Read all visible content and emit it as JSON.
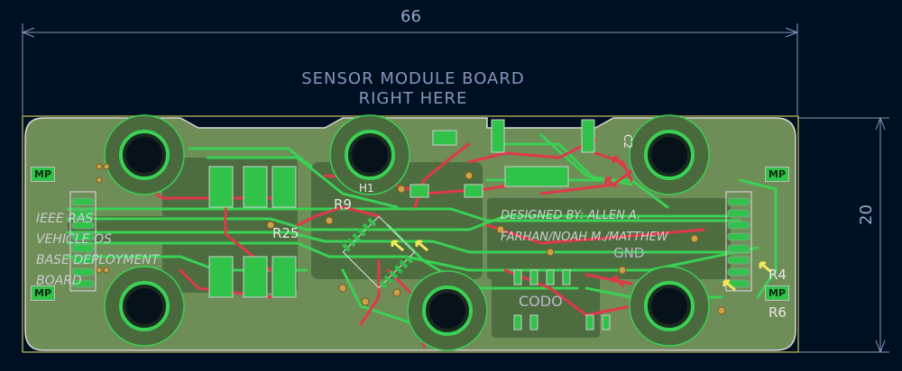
{
  "dimensions": {
    "width_label": "66",
    "height_label": "20"
  },
  "board": {
    "title_line1": "SENSOR MODULE BOARD",
    "title_line2": "RIGHT HERE",
    "left_text": [
      "IEEE RAS",
      "VEHICLE OS",
      "BASE DEPLOYMENT",
      "BOARD"
    ],
    "signed_text": [
      "DESIGNED BY: ALLEN A.",
      "FARHAN/NOAH M./MATTHEW"
    ],
    "codo_label": "CODO",
    "gnd_label": "GND",
    "mp_labels": [
      "MP",
      "MP",
      "MP",
      "MP"
    ],
    "refs": {
      "r25": "R25",
      "r9": "R9",
      "h1": "H1",
      "r4": "R4",
      "r6": "R6",
      "c2": "C2"
    }
  },
  "colors": {
    "background": "#001023",
    "board_fill": "#6f8d56",
    "copper_front": "#e0384a",
    "copper_back": "#3ad155",
    "pad": "#31c24a",
    "silkscreen": "#dcdcdc",
    "edge_cuts": "#c9c25a",
    "dimension": "#8a93b8"
  }
}
